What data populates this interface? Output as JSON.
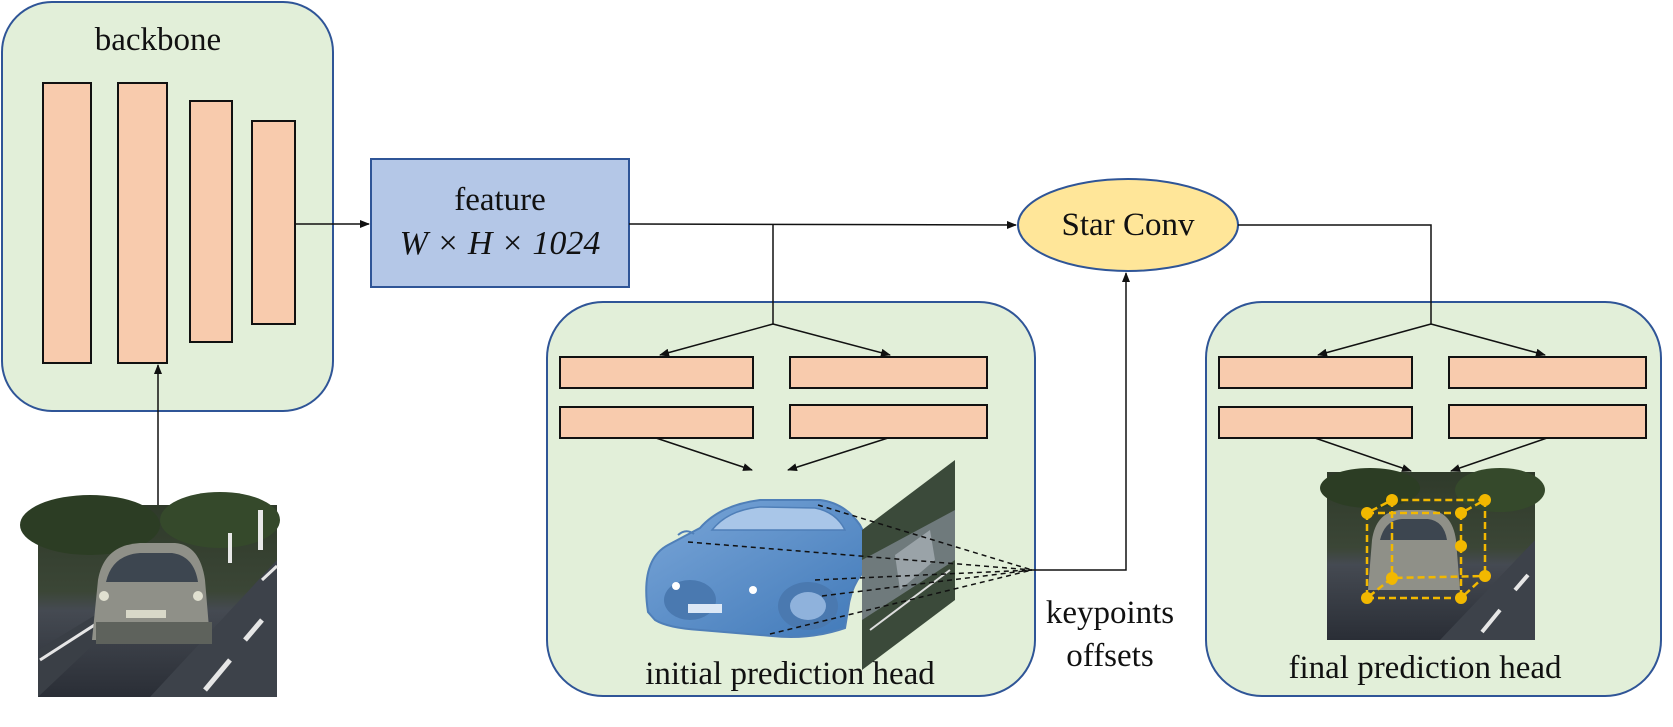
{
  "backbone": {
    "title": "backbone"
  },
  "feature": {
    "title": "feature",
    "dims": "W × H × 1024"
  },
  "star_conv": {
    "label": "Star Conv"
  },
  "initial_head": {
    "title": "initial prediction head"
  },
  "final_head": {
    "title": "final prediction head"
  },
  "keypoints": {
    "line1": "keypoints",
    "line2": "offsets"
  },
  "colors": {
    "panel_fill": "#e2efd9",
    "panel_stroke": "#2f5597",
    "layer_fill": "#f8cbad",
    "feature_fill": "#b4c7e7",
    "star_fill": "#ffe699",
    "car_blue": "#5b8fc8"
  }
}
